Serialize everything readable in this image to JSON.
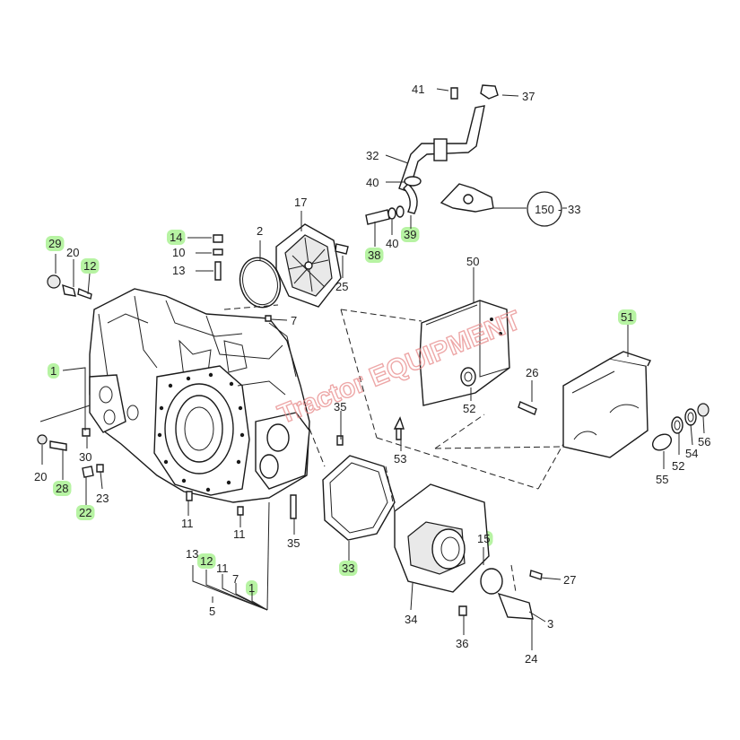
{
  "diagram": {
    "watermark": "Tractor EQUIPMENT",
    "circled_label": "150",
    "labels": [
      {
        "id": "lbl-41",
        "text": "41",
        "highlight": false
      },
      {
        "id": "lbl-37",
        "text": "37",
        "highlight": false
      },
      {
        "id": "lbl-32",
        "text": "32",
        "highlight": false
      },
      {
        "id": "lbl-40a",
        "text": "40",
        "highlight": false
      },
      {
        "id": "lbl-33a",
        "text": "33",
        "highlight": false
      },
      {
        "id": "lbl-17",
        "text": "17",
        "highlight": false
      },
      {
        "id": "lbl-2",
        "text": "2",
        "highlight": false
      },
      {
        "id": "lbl-14",
        "text": "14",
        "highlight": true
      },
      {
        "id": "lbl-10",
        "text": "10",
        "highlight": false
      },
      {
        "id": "lbl-13a",
        "text": "13",
        "highlight": false
      },
      {
        "id": "lbl-29",
        "text": "29",
        "highlight": true
      },
      {
        "id": "lbl-20a",
        "text": "20",
        "highlight": false
      },
      {
        "id": "lbl-12a",
        "text": "12",
        "highlight": true
      },
      {
        "id": "lbl-38",
        "text": "38",
        "highlight": true
      },
      {
        "id": "lbl-40b",
        "text": "40",
        "highlight": false
      },
      {
        "id": "lbl-39",
        "text": "39",
        "highlight": true
      },
      {
        "id": "lbl-25",
        "text": "25",
        "highlight": false
      },
      {
        "id": "lbl-50",
        "text": "50",
        "highlight": false
      },
      {
        "id": "lbl-51",
        "text": "51",
        "highlight": true
      },
      {
        "id": "lbl-7a",
        "text": "7",
        "highlight": false
      },
      {
        "id": "lbl-1a",
        "text": "1",
        "highlight": true
      },
      {
        "id": "lbl-26",
        "text": "26",
        "highlight": false
      },
      {
        "id": "lbl-52a",
        "text": "52",
        "highlight": false
      },
      {
        "id": "lbl-35a",
        "text": "35",
        "highlight": false
      },
      {
        "id": "lbl-53",
        "text": "53",
        "highlight": false
      },
      {
        "id": "lbl-56",
        "text": "56",
        "highlight": false
      },
      {
        "id": "lbl-54",
        "text": "54",
        "highlight": false
      },
      {
        "id": "lbl-52b",
        "text": "52",
        "highlight": false
      },
      {
        "id": "lbl-55",
        "text": "55",
        "highlight": false
      },
      {
        "id": "lbl-20b",
        "text": "20",
        "highlight": false
      },
      {
        "id": "lbl-30",
        "text": "30",
        "highlight": false
      },
      {
        "id": "lbl-28",
        "text": "28",
        "highlight": true
      },
      {
        "id": "lbl-23",
        "text": "23",
        "highlight": false
      },
      {
        "id": "lbl-22",
        "text": "22",
        "highlight": true
      },
      {
        "id": "lbl-11a",
        "text": "11",
        "highlight": false
      },
      {
        "id": "lbl-11b",
        "text": "11",
        "highlight": false
      },
      {
        "id": "lbl-35b",
        "text": "35",
        "highlight": false
      },
      {
        "id": "lbl-15",
        "text": "15",
        "highlight": true
      },
      {
        "id": "lbl-33b",
        "text": "33",
        "highlight": true
      },
      {
        "id": "lbl-13b",
        "text": "13",
        "highlight": false
      },
      {
        "id": "lbl-12b",
        "text": "12",
        "highlight": true
      },
      {
        "id": "lbl-11c",
        "text": "11",
        "highlight": false
      },
      {
        "id": "lbl-7b",
        "text": "7",
        "highlight": false
      },
      {
        "id": "lbl-1b",
        "text": "1",
        "highlight": true
      },
      {
        "id": "lbl-5",
        "text": "5",
        "highlight": false
      },
      {
        "id": "lbl-27",
        "text": "27",
        "highlight": false
      },
      {
        "id": "lbl-34",
        "text": "34",
        "highlight": false
      },
      {
        "id": "lbl-3",
        "text": "3",
        "highlight": false
      },
      {
        "id": "lbl-36",
        "text": "36",
        "highlight": false
      },
      {
        "id": "lbl-24",
        "text": "24",
        "highlight": false
      }
    ],
    "colors": {
      "highlight": "#b7f3a3",
      "line": "#222222",
      "watermark": "#e88a8a"
    }
  }
}
